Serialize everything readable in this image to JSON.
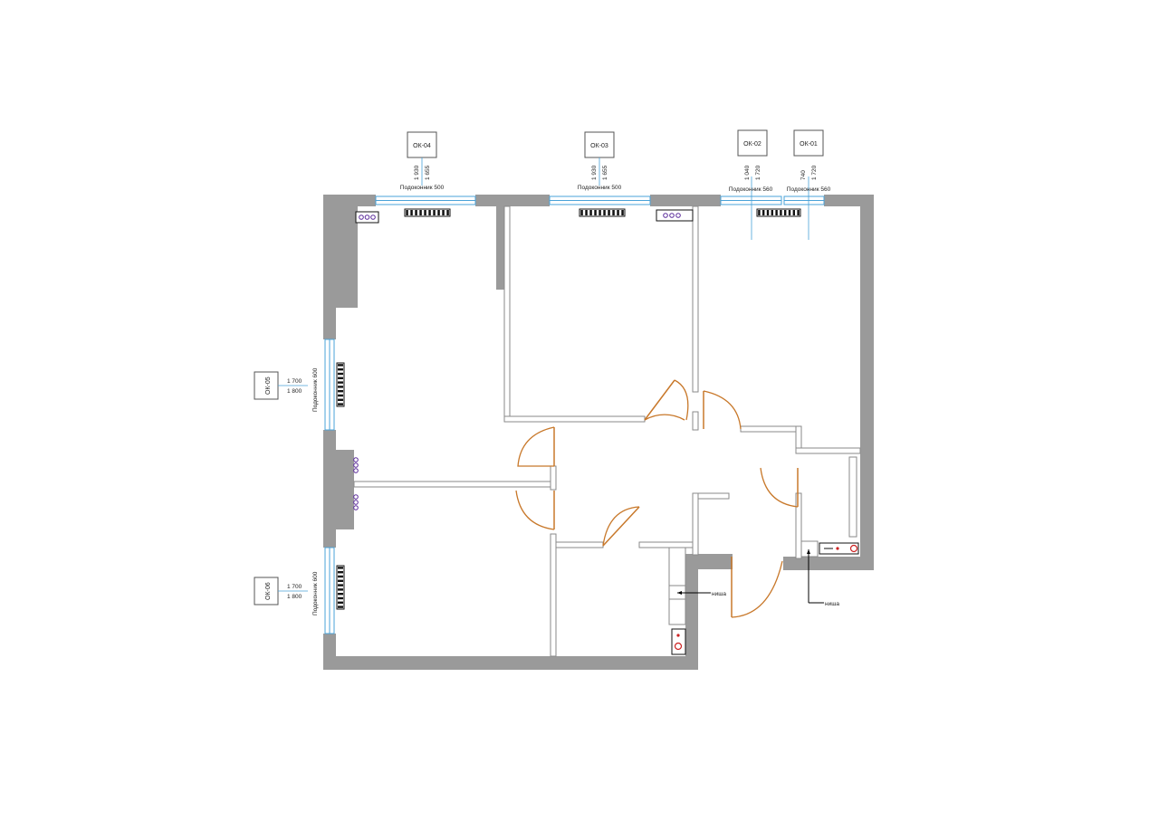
{
  "windows": {
    "ok04": {
      "tag": "ОК-04",
      "dim1": "1 930",
      "dim2": "1 655",
      "sill": "Подоконник 500"
    },
    "ok03": {
      "tag": "ОК-03",
      "dim1": "1 930",
      "dim2": "1 655",
      "sill": "Подоконник 500"
    },
    "ok02": {
      "tag": "ОК-02",
      "dim1": "1 040",
      "dim2": "1 720",
      "sill": "Подоконник 560"
    },
    "ok01": {
      "tag": "ОК-01",
      "dim1": "740",
      "dim2": "1 720",
      "sill": "Подоконник 560"
    },
    "ok05": {
      "tag": "ОК-05",
      "dim1": "1 700",
      "dim2": "1 800",
      "sill": "Подоконник 600"
    },
    "ok06": {
      "tag": "ОК-06",
      "dim1": "1 700",
      "dim2": "1 800",
      "sill": "Подоконник 600"
    }
  },
  "niches": {
    "left": "ниша",
    "right": "ниша"
  },
  "colors": {
    "wall": "#9a9a9a",
    "window": "#4aa3d8",
    "door": "#c8782a",
    "riser": "#cc2222",
    "outlet": "#5a2a9a"
  }
}
